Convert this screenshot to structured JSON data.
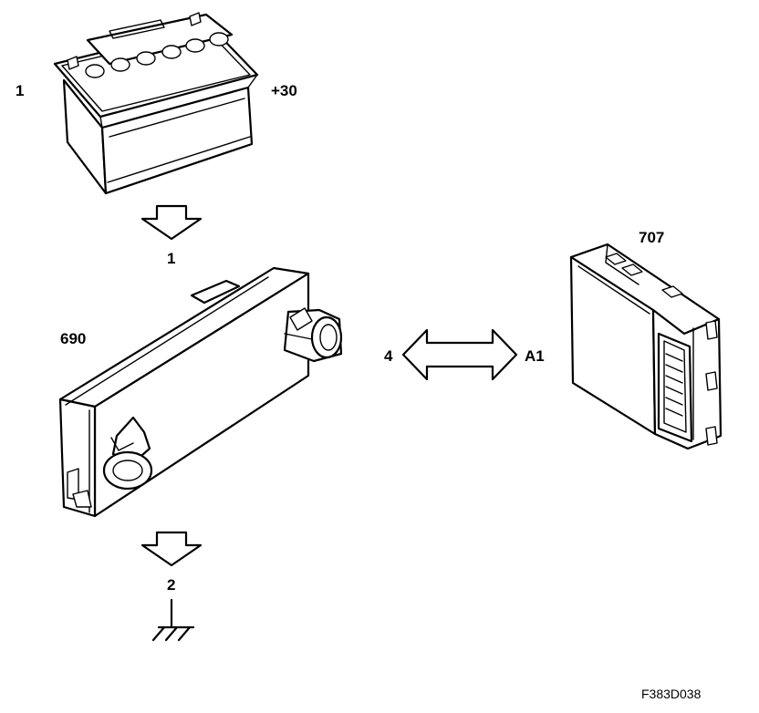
{
  "labels": {
    "battery_ref": "1",
    "battery_terminal": "+30",
    "arrow1_label": "1",
    "module690": "690",
    "module707": "707",
    "arrow_left_label": "4",
    "arrow_right_label": "A1",
    "ground_label": "2",
    "figure_ref": "F383D038"
  },
  "colors": {
    "line": "#000000",
    "background": "#ffffff"
  },
  "icons": {
    "battery": "car-battery-icon",
    "control_module_690": "control-module-icon",
    "control_module_707": "ecu-module-icon",
    "ground": "ground-symbol-icon"
  }
}
